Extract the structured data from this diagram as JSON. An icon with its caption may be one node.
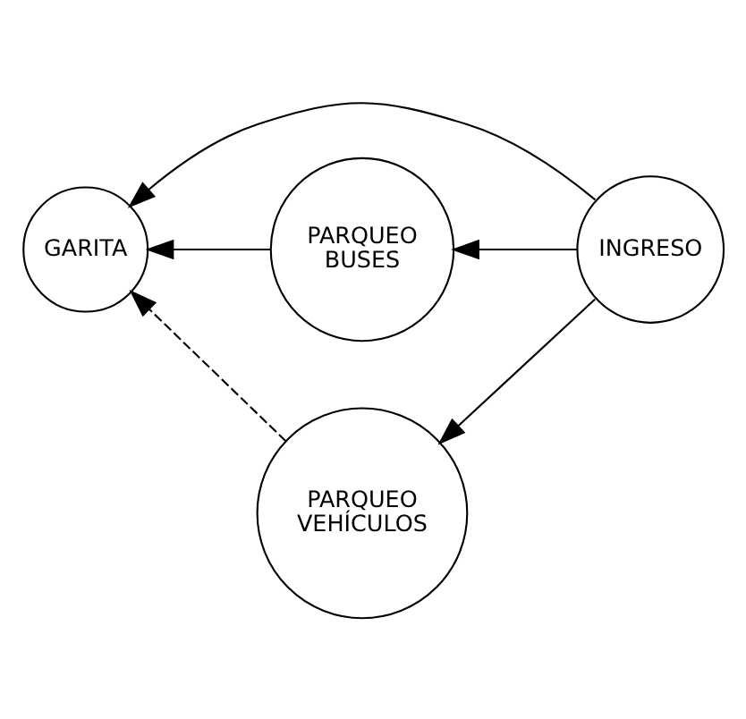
{
  "diagram": {
    "nodes": [
      {
        "text": [
          "GARITA"
        ]
      },
      {
        "text": [
          "PARQUEO BUSES"
        ]
      },
      {
        "text": [
          "INGRESO"
        ]
      },
      {
        "text": [
          "PARQUEO VEHÍCULOS"
        ]
      }
    ],
    "edges": [
      {
        "from": 2,
        "to": 0,
        "arrow": "to"
      },
      {
        "from": 2,
        "to": 1,
        "arrow": "to"
      },
      {
        "from": 1,
        "to": 0,
        "arrow": "to"
      },
      {
        "from": 2,
        "to": 3,
        "arrow": "to"
      },
      {
        "from": 3,
        "to": 0,
        "arrow": "to",
        "style": "dashed"
      }
    ]
  }
}
